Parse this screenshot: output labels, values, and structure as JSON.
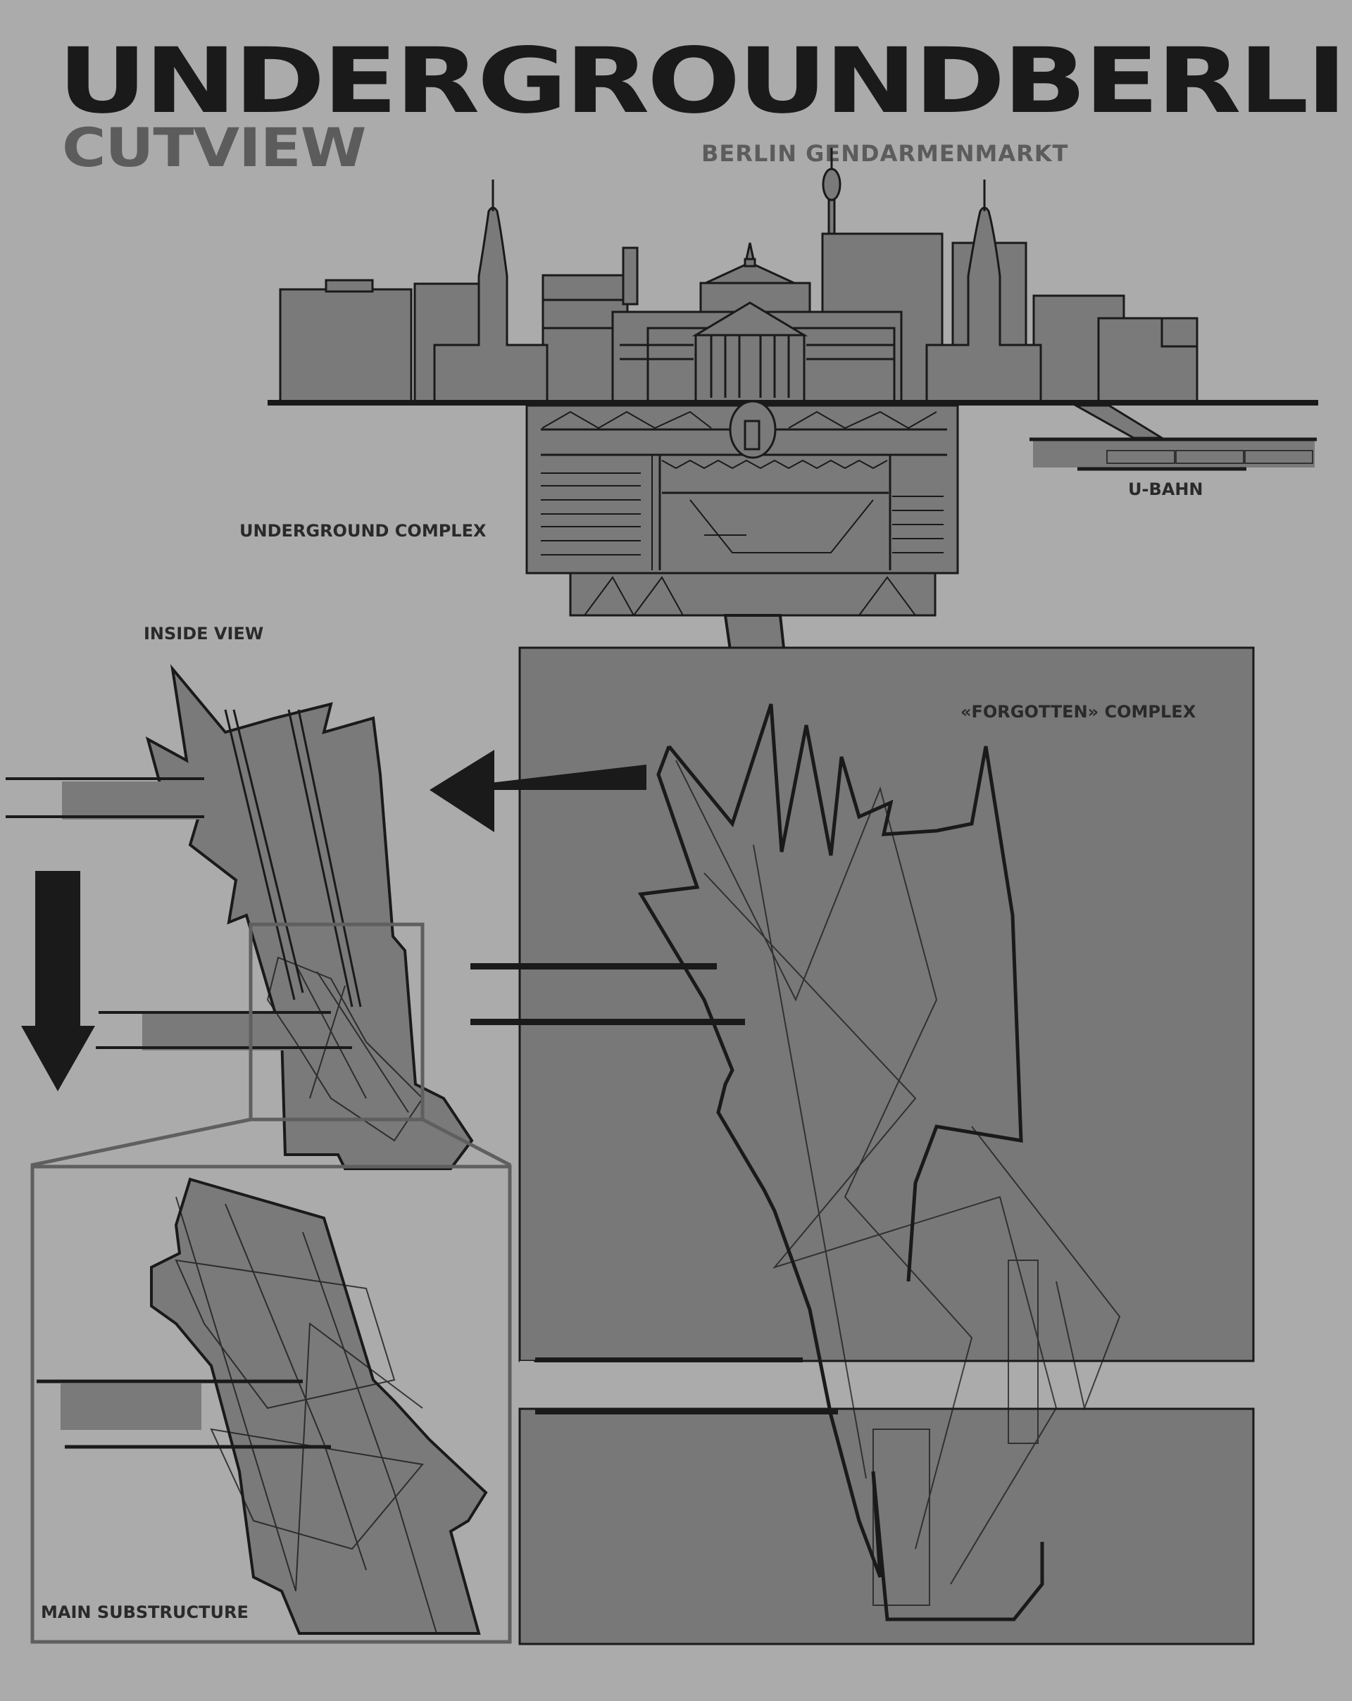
{
  "header": {
    "title": "UNDERGROUNDBERLIN",
    "subtitle": "CUTVIEW",
    "location": "BERLIN GENDARMENMARKT"
  },
  "labels": {
    "underground_complex": "UNDERGROUND COMPLEX",
    "ubahn": "U-BAHN",
    "inside_view": "INSIDE VIEW",
    "forgotten_complex": "«FORGOTTEN» COMPLEX",
    "main_substructure": "MAIN SUBSTRUCTURE"
  },
  "colors": {
    "background": "#ababab",
    "fill_mid": "#7a7a7a",
    "ink": "#1a1a1a",
    "subtitle_gray": "#5c5c5c",
    "frame_gray": "#5f5f5f"
  },
  "icons": {
    "arrow_left": "arrow-left-icon",
    "arrow_down": "arrow-down-icon",
    "train": "train-icon"
  }
}
